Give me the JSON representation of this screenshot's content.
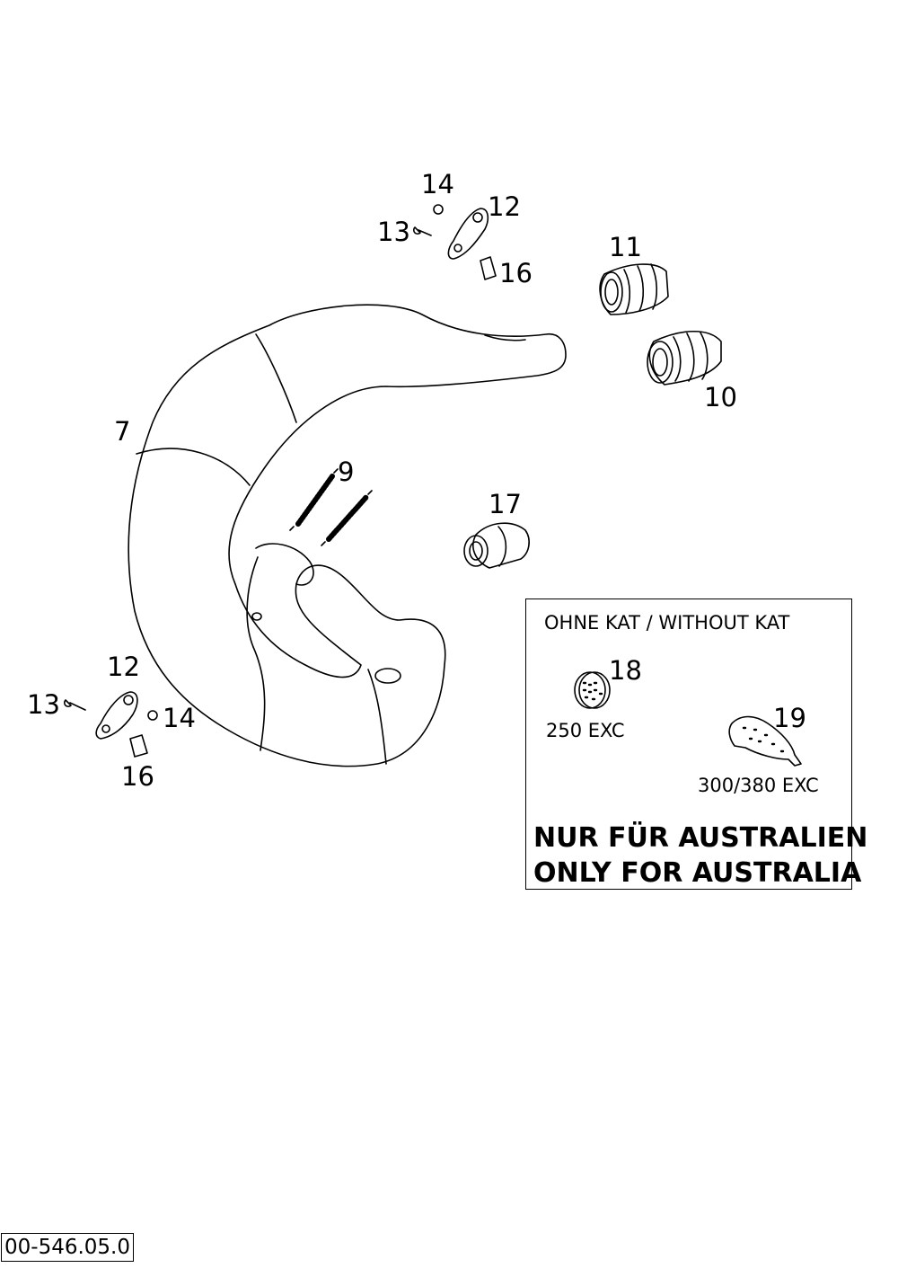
{
  "callouts": {
    "c7": "7",
    "c9": "9",
    "c10": "10",
    "c11": "11",
    "c12_top": "12",
    "c13_top": "13",
    "c14_top": "14",
    "c16_top": "16",
    "c12_bottom": "12",
    "c13_bottom": "13",
    "c14_bottom": "14",
    "c16_bottom": "16",
    "c17": "17",
    "c18": "18",
    "c19": "19"
  },
  "inset": {
    "title": "OHNE KAT / WITHOUT KAT",
    "variant_18": "250 EXC",
    "variant_19": "300/380 EXC",
    "notice_line1": "NUR FÜR AUSTRALIEN",
    "notice_line2": "ONLY FOR AUSTRALIA"
  },
  "document_code": "00-546.05.0"
}
